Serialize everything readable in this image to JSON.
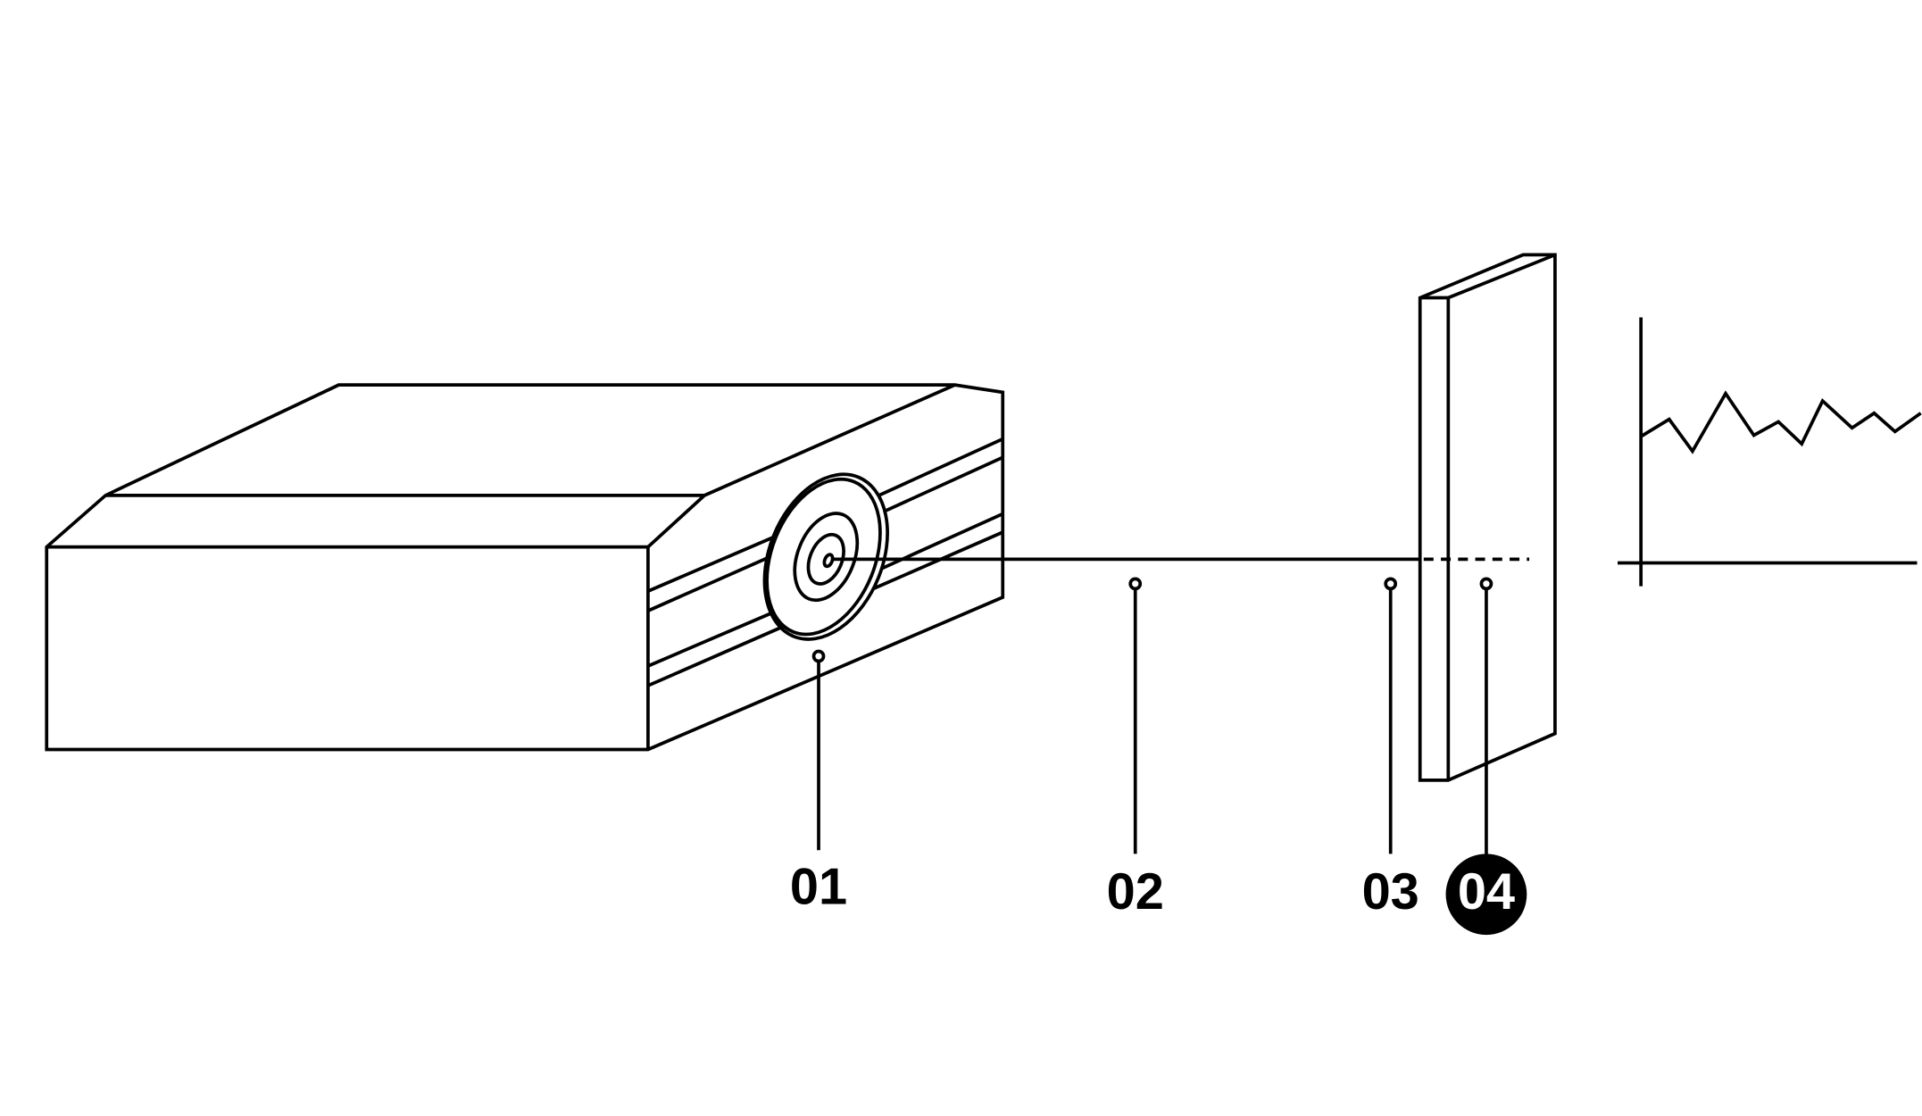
{
  "callouts": [
    {
      "id": "01",
      "label": "01",
      "active": false
    },
    {
      "id": "02",
      "label": "02",
      "active": false
    },
    {
      "id": "03",
      "label": "03",
      "active": false
    },
    {
      "id": "04",
      "label": "04",
      "active": true
    }
  ],
  "colors": {
    "line": "#000000",
    "background": "#ffffff",
    "active_badge": "#000000",
    "active_text": "#ffffff"
  }
}
